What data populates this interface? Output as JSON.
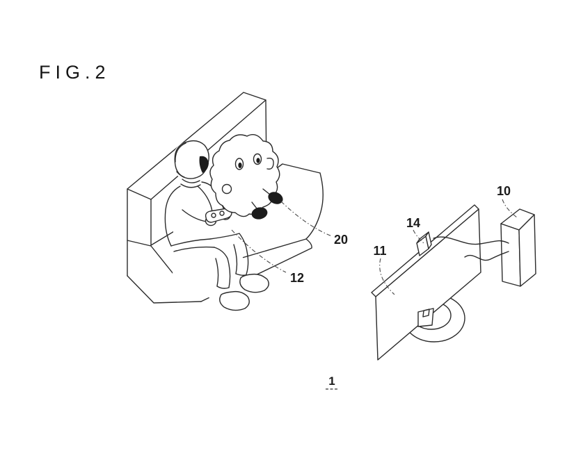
{
  "figure": {
    "title": "FIG.2",
    "system_number": "1"
  },
  "reference_labels": {
    "console": "10",
    "display": "11",
    "controller": "12",
    "camera": "14",
    "robot": "20"
  }
}
